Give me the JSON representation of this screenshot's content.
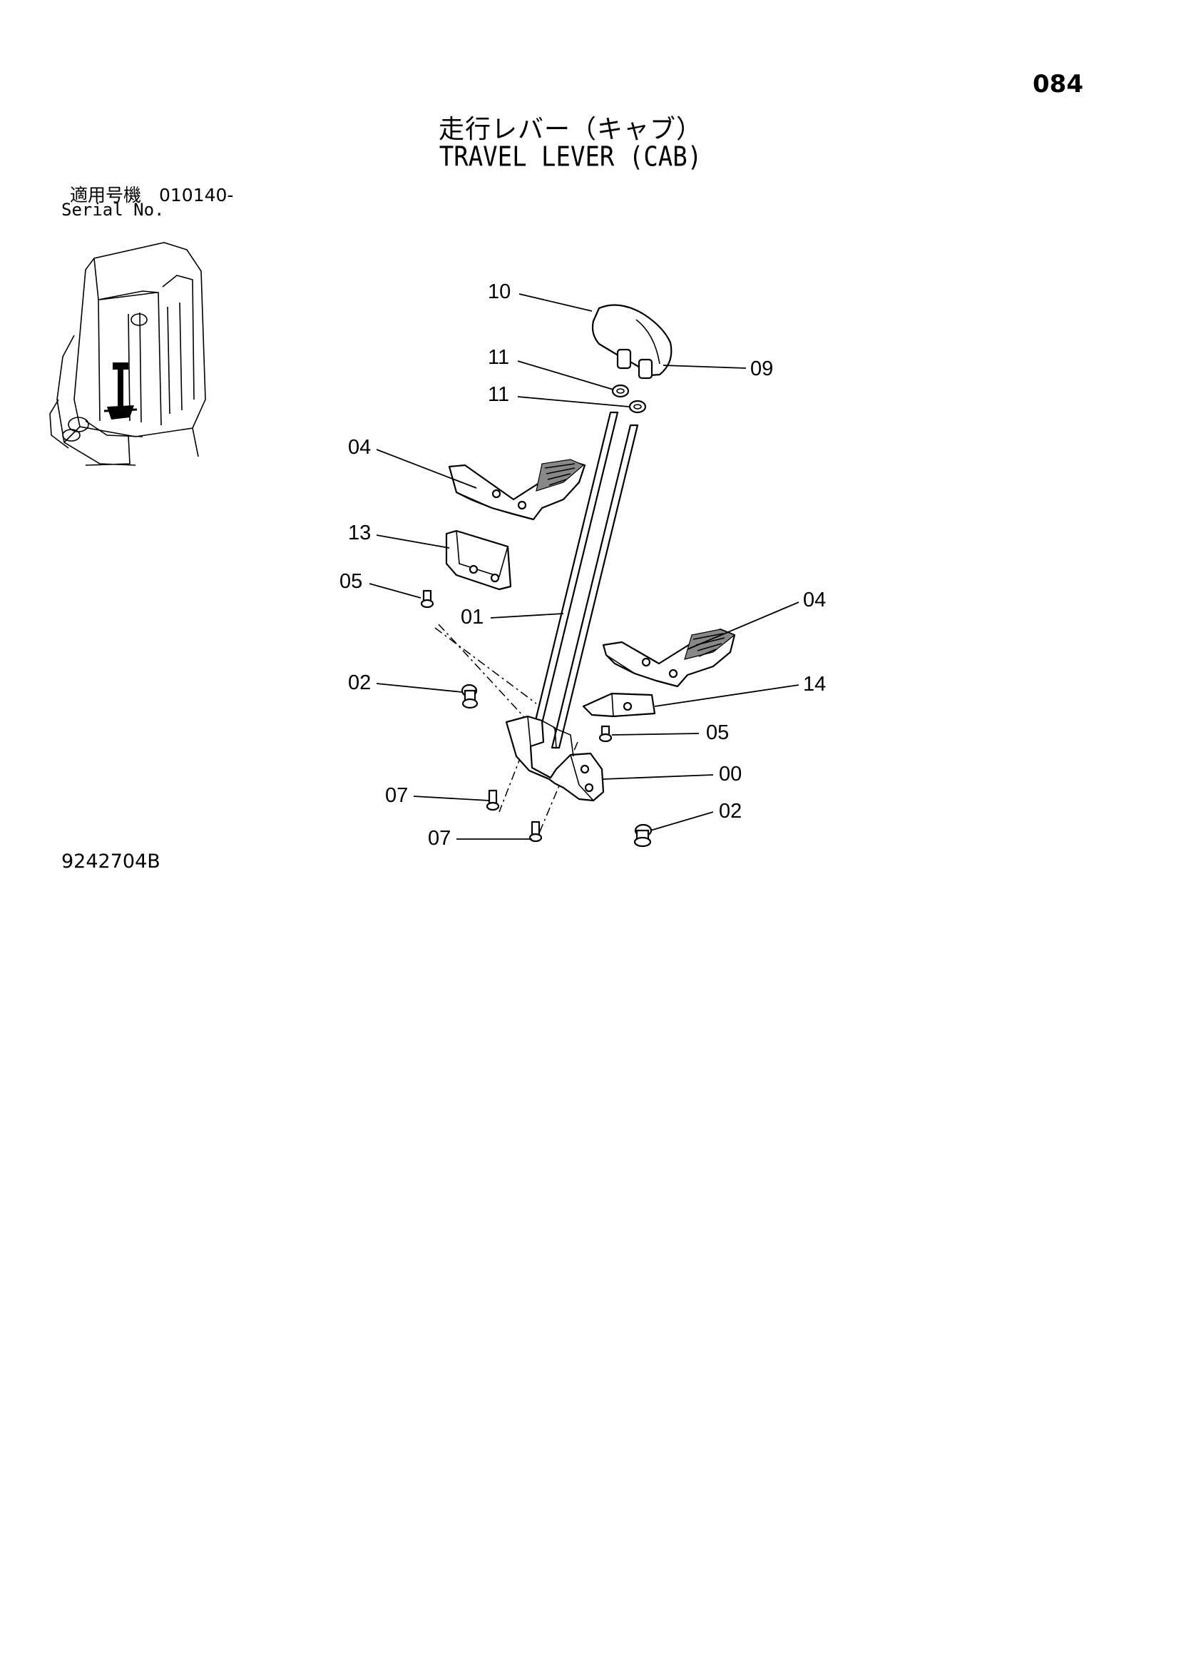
{
  "page": {
    "number": "084",
    "title_jp": "走行レバー（キャブ）",
    "title_en": "TRAVEL LEVER (CAB)",
    "serial_label_jp": "適用号機　010140-",
    "serial_label_en": "Serial No.",
    "drawing_number": "9242704B"
  },
  "callouts": [
    {
      "id": "10"
    },
    {
      "id": "11"
    },
    {
      "id": "11"
    },
    {
      "id": "09"
    },
    {
      "id": "04"
    },
    {
      "id": "13"
    },
    {
      "id": "05"
    },
    {
      "id": "01"
    },
    {
      "id": "04"
    },
    {
      "id": "02"
    },
    {
      "id": "14"
    },
    {
      "id": "05"
    },
    {
      "id": "00"
    },
    {
      "id": "07"
    },
    {
      "id": "02"
    },
    {
      "id": "07"
    }
  ]
}
